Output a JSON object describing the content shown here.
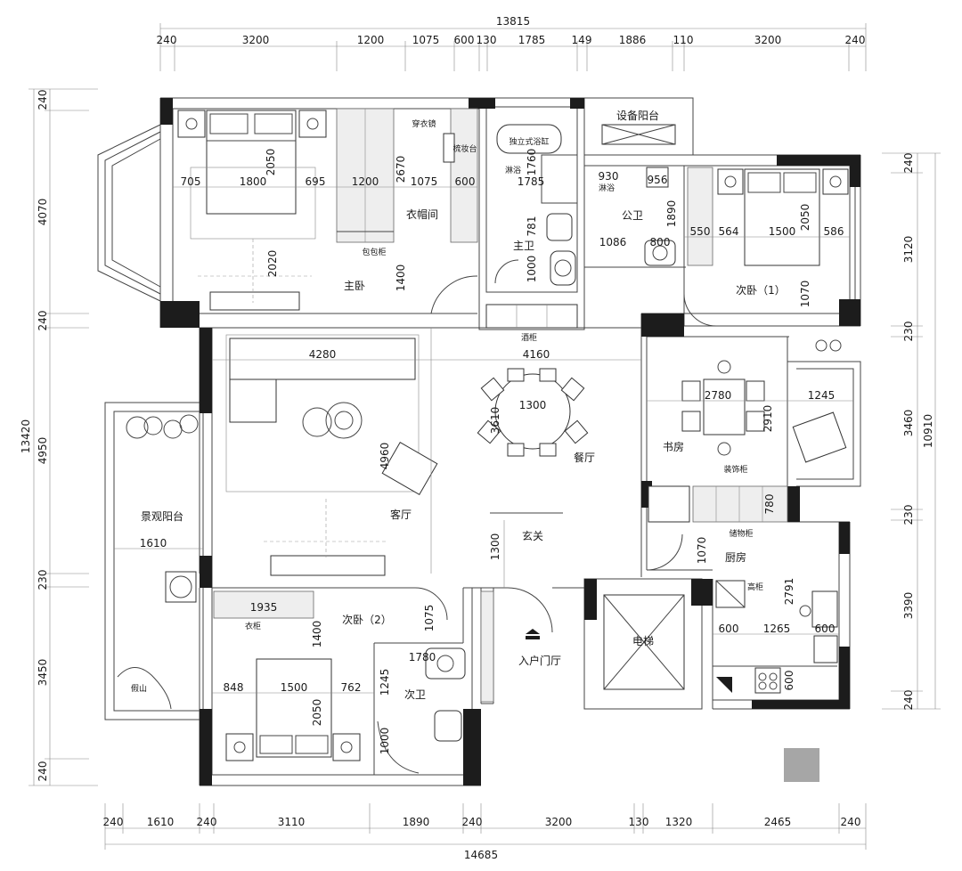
{
  "dimensions": {
    "top_total": "13815",
    "top_segments": [
      "240",
      "3200",
      "1200",
      "1075",
      "600",
      "130",
      "1785",
      "149",
      "1886",
      "110",
      "3200",
      "240"
    ],
    "bottom_total": "14685",
    "bottom_segments": [
      "240",
      "1610",
      "240",
      "3110",
      "1890",
      "240",
      "3200",
      "130",
      "1320",
      "2465",
      "240"
    ],
    "left_total": "13420",
    "left_segments": [
      "240",
      "4070",
      "240",
      "4950",
      "230",
      "3450",
      "240"
    ],
    "right_total": "10910",
    "right_segments": [
      "240",
      "3120",
      "230",
      "3460",
      "230",
      "3390",
      "240"
    ]
  },
  "rooms": {
    "master_bedroom": "主卧",
    "cloakroom": "衣帽间",
    "dressing_mirror": "穿衣镜",
    "vanity": "梳妆台",
    "bag_cabinet": "包包柜",
    "master_bath": "主卫",
    "freestanding_tub": "独立式浴缸",
    "shower": "淋浴",
    "wine_cabinet": "酒柜",
    "equipment_balcony": "设备阳台",
    "public_bath": "公卫",
    "public_shower": "淋浴",
    "second_bedroom_1": "次卧（1）",
    "living_room": "客厅",
    "dining_room": "餐厅",
    "foyer": "玄关",
    "study": "书房",
    "decor_cabinet": "装饰柜",
    "storage_cabinet": "储物柜",
    "kitchen": "厨房",
    "tall_cabinet": "高柜",
    "landscape_balcony": "景观阳台",
    "rockery": "假山",
    "second_bedroom_2": "次卧（2）",
    "wardrobe": "衣柜",
    "second_bath": "次卫",
    "entrance_hall": "入户门厅",
    "elevator": "电梯"
  },
  "inner_dims": {
    "mb_705": "705",
    "mb_1800": "1800",
    "mb_695": "695",
    "mb_2050": "2050",
    "mb_2020": "2020",
    "cl_1200": "1200",
    "cl_2670": "2670",
    "cl_1075": "1075",
    "cl_600": "600",
    "cl_1400": "1400",
    "bath_1760": "1760",
    "bath_1785": "1785",
    "bath_781": "781",
    "bath_1000": "1000",
    "pb_930": "930",
    "pb_956": "956",
    "pb_1890": "1890",
    "pb_1086": "1086",
    "pb_800": "800",
    "b1_550": "550",
    "b1_564": "564",
    "b1_1500": "1500",
    "b1_586": "586",
    "b1_2050": "2050",
    "b1_1070": "1070",
    "lr_4280": "4280",
    "lr_4960": "4960",
    "dr_4160": "4160",
    "dr_1300": "1300",
    "dr_3610": "3610",
    "st_2780": "2780",
    "st_2910": "2910",
    "st_1245": "1245",
    "kt_780": "780",
    "kt_1070": "1070",
    "kt_2791": "2791",
    "kt_600a": "600",
    "kt_1265": "1265",
    "kt_600b": "600",
    "kt_600c": "600",
    "bal_1610": "1610",
    "fy_1300": "1300",
    "b2_1935": "1935",
    "b2_1400": "1400",
    "b2_1075": "1075",
    "b2_848": "848",
    "b2_1500": "1500",
    "b2_762": "762",
    "b2_2050": "2050",
    "sb_1780": "1780",
    "sb_1245": "1245",
    "sb_1000": "1000"
  }
}
